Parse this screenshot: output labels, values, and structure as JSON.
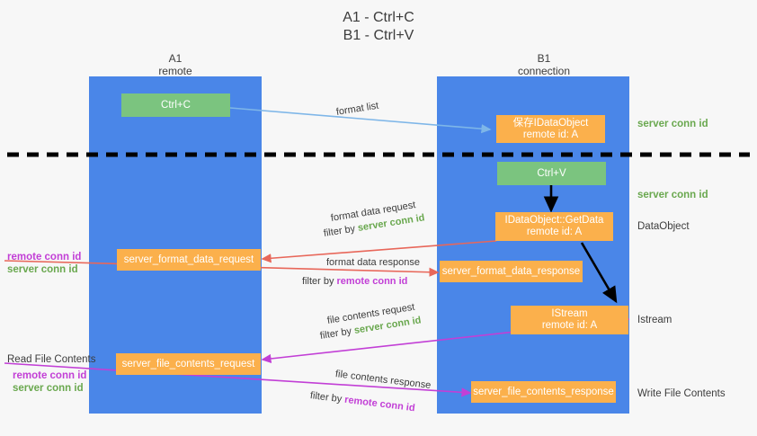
{
  "title": {
    "line1": "A1 - Ctrl+C",
    "line2": "B1 - Ctrl+V"
  },
  "lanes": [
    {
      "name": "A1",
      "sub": "remote"
    },
    {
      "name": "B1",
      "sub": "connection"
    }
  ],
  "boxes": {
    "ctrl_c": {
      "l1": "Ctrl+C"
    },
    "idataobject": {
      "l1": "保存IDataObject",
      "l2": "remote id: A"
    },
    "ctrl_v": {
      "l1": "Ctrl+V"
    },
    "getdata": {
      "l1": "IDataObject::GetData",
      "l2": "remote id: A"
    },
    "istream": {
      "l1": "IStream",
      "l2": "remote id: A"
    },
    "server_format_data_request": {
      "l1": "server_format_data_request"
    },
    "server_format_data_response": {
      "l1": "server_format_data_response"
    },
    "server_file_contents_request": {
      "l1": "server_file_contents_request"
    },
    "server_file_contents_response": {
      "l1": "server_file_contents_response"
    }
  },
  "right_labels": {
    "server_conn_id_1": "server conn id",
    "server_conn_id_2": "server conn id",
    "dataobject": "DataObject",
    "istream": "Istream",
    "write_file_contents": "Write File Contents"
  },
  "left_labels": {
    "remote_conn_id_1": "remote conn id",
    "server_conn_id_1": "server conn id",
    "read_file_contents": "Read File Contents",
    "remote_conn_id_2": "remote conn id",
    "server_conn_id_2": "server conn id"
  },
  "edges": {
    "format_list": "format list",
    "format_data_request": "format data request",
    "format_data_request_filter_pre": "filter by ",
    "format_data_request_filter_key": "server conn id",
    "format_data_response": "format data response",
    "format_data_response_filter_pre": "filter by ",
    "format_data_response_filter_key": "remote conn id",
    "file_contents_request": "file contents request",
    "file_contents_request_filter_pre": "filter by ",
    "file_contents_request_filter_key": "server conn id",
    "file_contents_response": "file contents response",
    "file_contents_response_filter_pre": "filter by ",
    "file_contents_response_filter_key": "remote conn id"
  },
  "colors": {
    "lane": "#4a86e8",
    "green_box": "#7bc47f",
    "orange_box": "#fbb04c",
    "server_conn_id": "#6aa84f",
    "remote_conn_id": "#c23fd6",
    "arrow_blue": "#7eb6e8",
    "arrow_red": "#e8675a",
    "arrow_magenta": "#c23fd6",
    "arrow_black": "#000000",
    "background": "#f7f7f7"
  }
}
